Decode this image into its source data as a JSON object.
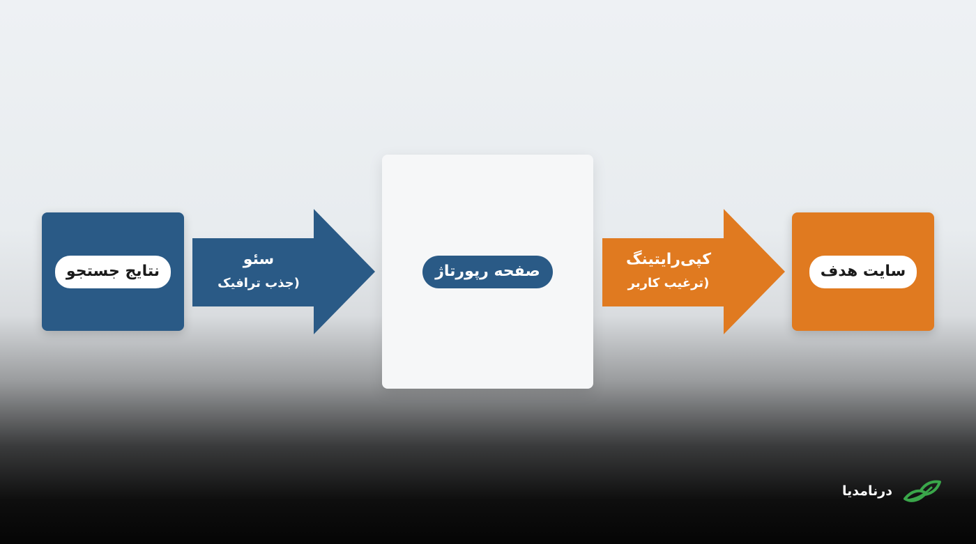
{
  "diagram": {
    "nodes": [
      {
        "id": "search-results",
        "label": "نتایج جستجو",
        "color": "#2a5a86"
      },
      {
        "id": "reportage-page",
        "label": "صفحه رپورتاژ",
        "color": "#2a5a86"
      },
      {
        "id": "target-site",
        "label": "سایت هدف",
        "color": "#e07a20"
      }
    ],
    "edges": [
      {
        "from": "search-results",
        "to": "reportage-page",
        "label": "سئو",
        "sublabel": "(جذب ترافیک",
        "color": "#2a5a86"
      },
      {
        "from": "reportage-page",
        "to": "target-site",
        "label": "کپی‌رایتینگ",
        "sublabel": "(ترغیب کاربر",
        "color": "#e07a20"
      }
    ]
  },
  "brand": {
    "name": "درنامدیا",
    "icon": "leaf-logo-icon",
    "color": "#3aa64a"
  }
}
